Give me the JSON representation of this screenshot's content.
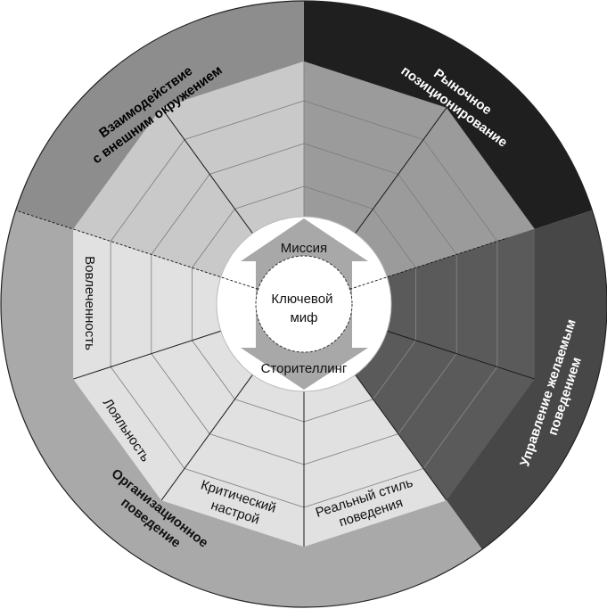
{
  "colors": {
    "ring_top_left": "#8d8d8d",
    "ring_top_right": "#1f1f1f",
    "ring_right": "#474747",
    "ring_bottom": "#a9a9a9",
    "web_top_left": "#c9c9c9",
    "web_top_right": "#9b9b9b",
    "web_right": "#5a5a5a",
    "web_bottom": "#e1e1e1",
    "arrow": "#a8a8a8",
    "label_dark": "#111111",
    "label_light": "#ffffff"
  },
  "outer_sectors": {
    "interaction": {
      "line1": "Взаимодействие",
      "line2": "с внешним окружением"
    },
    "market": {
      "line1": "Рыночное",
      "line2": "позиционирование"
    },
    "behavior": {
      "line1": "Управление желаемым",
      "line2": "поведением"
    },
    "organizational": {
      "line1": "Организационное",
      "line2": "поведение"
    }
  },
  "cells": {
    "engagement": "Вовлеченность",
    "loyalty": "Лояльность",
    "critical": {
      "line1": "Критический",
      "line2": "настрой"
    },
    "real_style": {
      "line1": "Реальный стиль",
      "line2": "поведения"
    }
  },
  "center": {
    "top": "Миссия",
    "bottom": "Сторителлинг",
    "core_line1": "Ключевой",
    "core_line2": "миф"
  }
}
